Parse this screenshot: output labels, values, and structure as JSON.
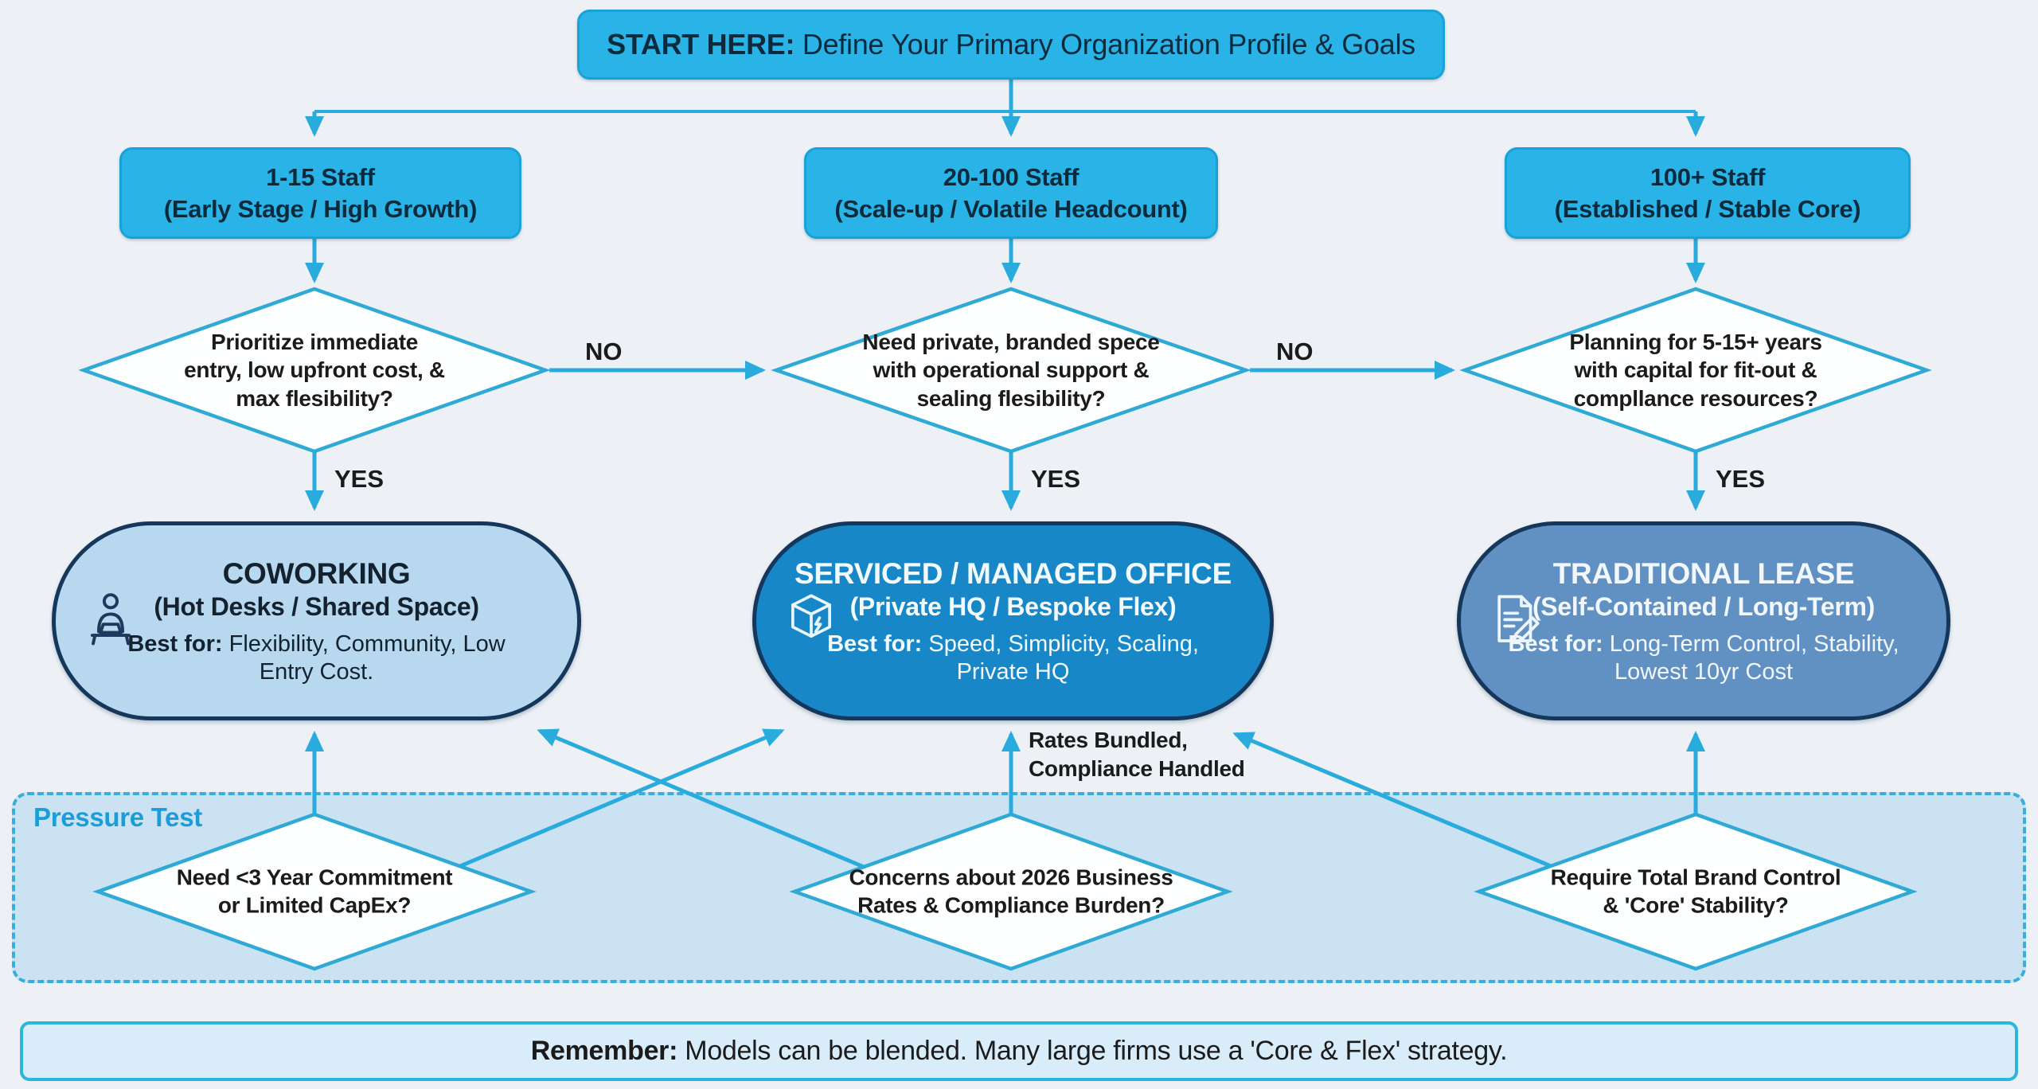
{
  "palette": {
    "background": "#edf1f6",
    "process_cyan": "#2ab3e7",
    "arrow_cyan": "#29abdd",
    "diamond_stroke": "#2fa9d6",
    "coworking_fill": "#b7d8ee",
    "serviced_fill": "#1787c8",
    "lease_fill": "#6191c3",
    "pill_border_navy": "#15375c",
    "pressure_fill": "#cbe2f3",
    "pressure_accent": "#1b9dd8"
  },
  "start": {
    "label_bold": "START HERE:",
    "label_rest": "Define Your Primary Organization Profile & Goals"
  },
  "profiles": [
    {
      "line1": "1-15 Staff",
      "line2": "(Early Stage / High Growth)"
    },
    {
      "line1": "20-100 Staff",
      "line2": "(Scale-up / Volatile Headcount)"
    },
    {
      "line1": "100+ Staff",
      "line2": "(Established / Stable Core)"
    }
  ],
  "decisions": [
    {
      "lines": [
        "Prioritize immediate",
        "entry, low upfront cost, &",
        "max flesibility?"
      ]
    },
    {
      "lines": [
        "Need private, branded spece",
        "with operational support &",
        "sealing flesibility?"
      ]
    },
    {
      "lines": [
        "Planning for 5-15+ years",
        "with capital for fit-out &",
        "compllance resources?"
      ]
    }
  ],
  "connectors": {
    "no_label": "NO",
    "yes_label": "YES"
  },
  "results": [
    {
      "title": "COWORKING",
      "subtitle": "(Hot Desks / Shared Space)",
      "best_label": "Best for:",
      "best_text": "Flexibility, Community, Low Entry Cost.",
      "icon": "coworking-person-icon"
    },
    {
      "title": "SERVICED / MANAGED OFFICE",
      "subtitle": "(Private HQ / Bespoke Flex)",
      "best_label": "Best for:",
      "best_text": "Speed, Simplicity, Scaling, Private HQ",
      "icon": "serviced-cube-icon"
    },
    {
      "title": "TRADITIONAL LEASE",
      "subtitle": "(Self-Contained / Long-Term)",
      "best_label": "Best for:",
      "best_text": "Long-Term Control, Stability, Lowest 10yr Cost",
      "icon": "lease-document-icon"
    }
  ],
  "pressure_test": {
    "label": "Pressure Test",
    "questions": [
      {
        "lines": [
          "Need <3 Year Commitment",
          "or Limited CapEx?"
        ]
      },
      {
        "lines": [
          "Concerns about 2026 Business",
          "Rates & Compliance Burden?"
        ]
      },
      {
        "lines": [
          "Require Total Brand Control",
          "& 'Core' Stability?"
        ]
      }
    ]
  },
  "annotations": {
    "rates": [
      "Rates Bundled,",
      "Compliance Handled"
    ]
  },
  "footer": {
    "bold": "Remember:",
    "rest": "Models can be blended. Many large firms use a 'Core & Flex' strategy."
  }
}
